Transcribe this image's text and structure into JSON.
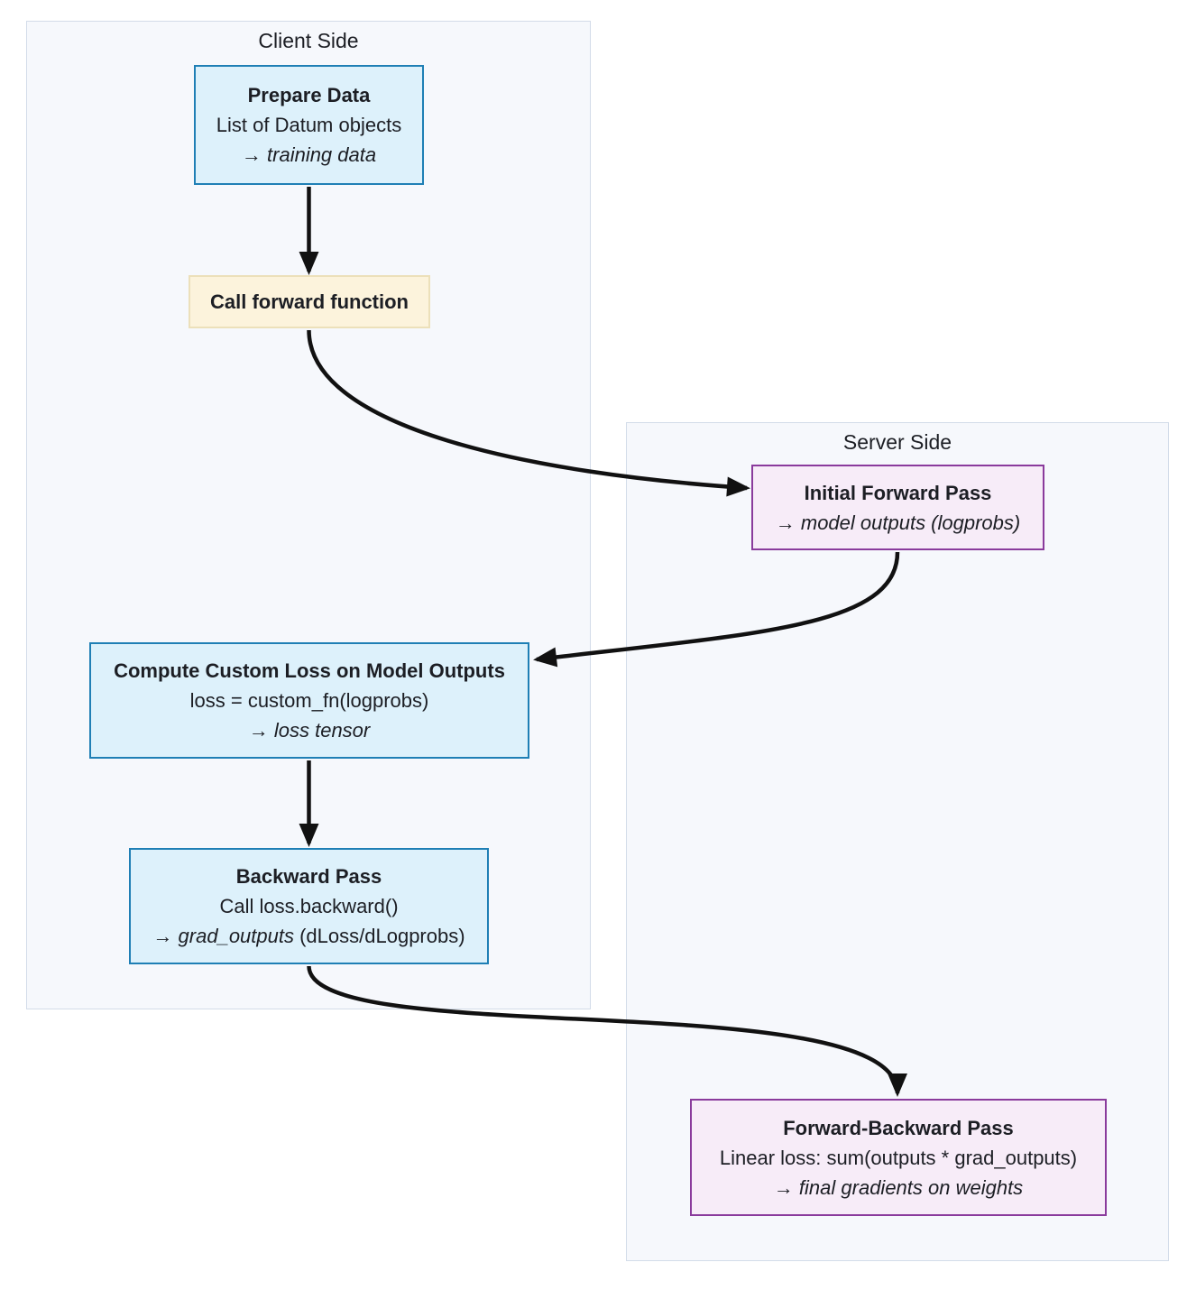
{
  "diagram": {
    "client": {
      "label": "Client Side"
    },
    "server": {
      "label": "Server Side"
    },
    "nodes": {
      "prepare_data": {
        "title": "Prepare Data",
        "detail": "List of Datum objects",
        "result_arrow": "→",
        "result": "training data"
      },
      "call_forward": {
        "title": "Call forward function"
      },
      "initial_forward": {
        "title": "Initial Forward Pass",
        "result_arrow": "→",
        "result": "model outputs (logprobs)"
      },
      "compute_loss": {
        "title": "Compute Custom Loss on Model Outputs",
        "detail": "loss = custom_fn(logprobs)",
        "result_arrow": "→",
        "result": "loss tensor"
      },
      "backward_pass": {
        "title": "Backward Pass",
        "detail": "Call loss.backward()",
        "result_arrow": "→",
        "result": "grad_outputs",
        "result_suffix": "(dLoss/dLogprobs)"
      },
      "forward_backward": {
        "title": "Forward-Backward Pass",
        "detail": "Linear loss: sum(outputs * grad_outputs)",
        "result_arrow": "→",
        "result": "final gradients on weights"
      }
    },
    "colors": {
      "client_node_fill": "#ddf1fb",
      "client_node_border": "#1f7fb5",
      "action_node_fill": "#fcf3dc",
      "action_node_border": "#ece0ba",
      "server_node_fill": "#f7ecf8",
      "server_node_border": "#8a3b9c",
      "container_fill": "#f6f8fc",
      "container_border": "#d3dce9",
      "arrow": "#111111"
    }
  }
}
